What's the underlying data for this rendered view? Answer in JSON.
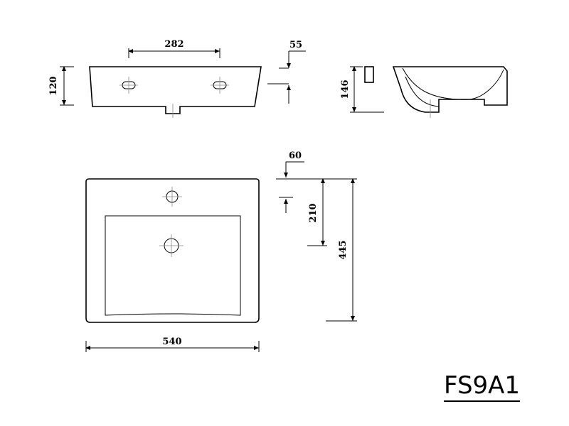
{
  "drawing": {
    "model_code": "FS9A1",
    "dimensions": {
      "hole_spacing": "282",
      "front_height": "120",
      "side_offset_top": "55",
      "side_height": "146",
      "top_offset": "60",
      "faucet_to_drain": "210",
      "overall_depth": "445",
      "overall_width": "540"
    }
  }
}
